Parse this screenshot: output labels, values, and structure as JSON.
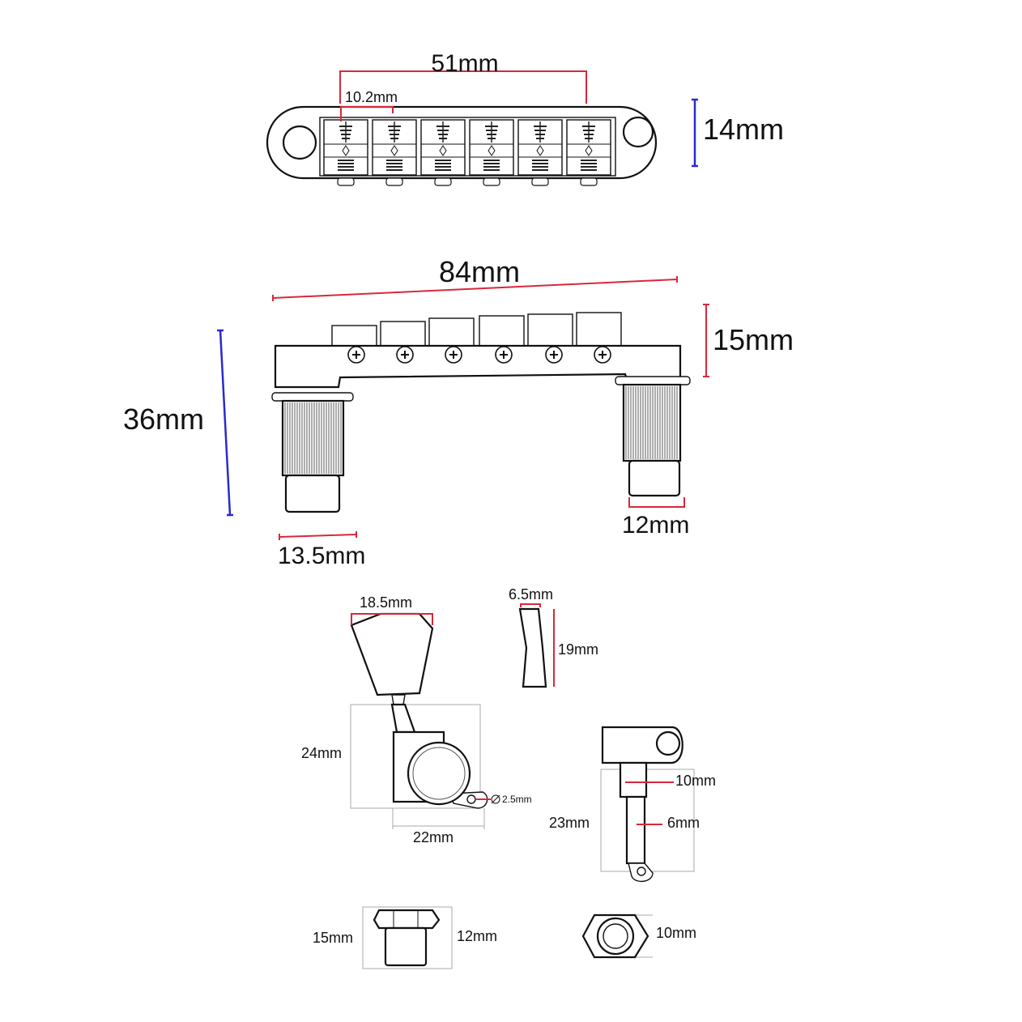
{
  "labels": {
    "bridge_top_width": "51mm",
    "string_spacing": "10.2mm",
    "bridge_top_depth": "14mm",
    "bridge_length": "84mm",
    "bridge_height": "15mm",
    "post_height": "36mm",
    "post_base_width": "13.5mm",
    "post_tip_width": "12mm",
    "tuner_button_width": "18.5mm",
    "button_side_width": "6.5mm",
    "button_side_height": "19mm",
    "tuner_height": "24mm",
    "tuner_width": "22mm",
    "screw_hole": "2.5mm",
    "shaft_length": "23mm",
    "shaft_upper": "10mm",
    "shaft_lower": "6mm",
    "bushing_height": "15mm",
    "bushing_width": "12mm",
    "nut_width": "10mm"
  },
  "colors": {
    "red_dimension": "#d8283a",
    "blue_dimension": "#2a2ad0",
    "outline": "#111111"
  }
}
